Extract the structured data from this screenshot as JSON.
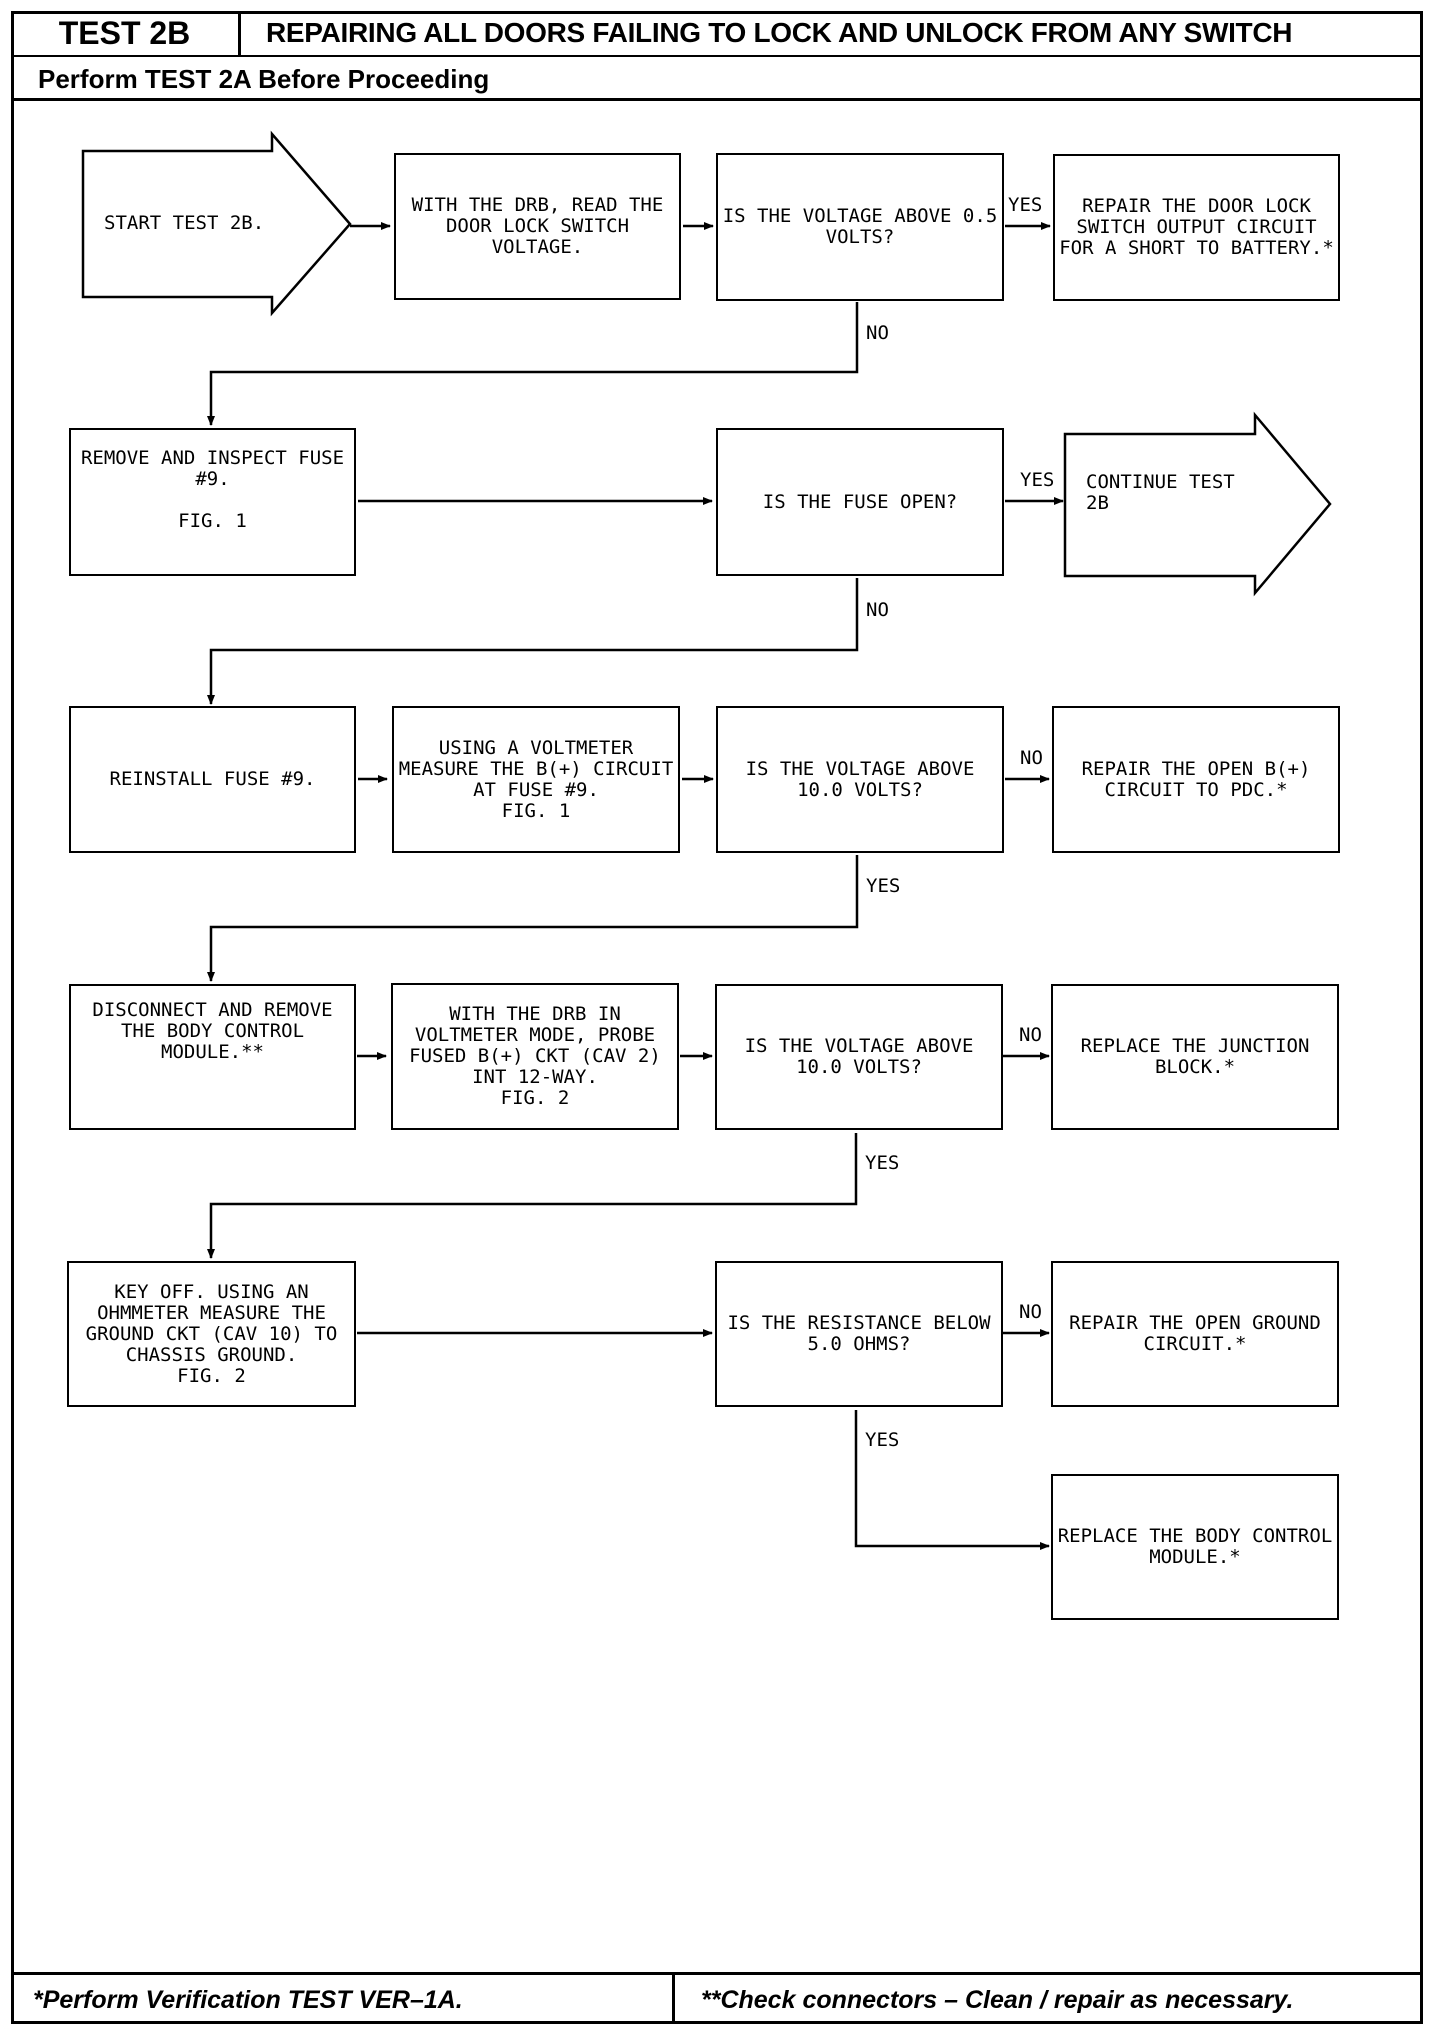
{
  "header": {
    "test_id": "TEST 2B",
    "title": "REPAIRING ALL DOORS FAILING TO LOCK AND UNLOCK FROM ANY SWITCH",
    "prerequisite": "Perform TEST 2A Before Proceeding"
  },
  "flow": {
    "start": "START TEST 2B.",
    "read_voltage": "WITH THE DRB, READ THE DOOR LOCK SWITCH VOLTAGE.",
    "q_voltage_05": "IS THE VOLTAGE ABOVE 0.5 VOLTS?",
    "repair_short": "REPAIR THE DOOR LOCK SWITCH OUTPUT CIRCUIT FOR A SHORT TO BATTERY.*",
    "remove_fuse": "REMOVE AND INSPECT FUSE #9.",
    "remove_fuse_fig": "FIG. 1",
    "q_fuse_open": "IS THE FUSE OPEN?",
    "continue_test": "CONTINUE TEST 2B",
    "reinstall_fuse": "REINSTALL FUSE #9.",
    "measure_bplus": "USING A VOLTMETER MEASURE THE B(+) CIRCUIT AT FUSE #9.",
    "measure_bplus_fig": "FIG. 1",
    "q_voltage_10a": "IS THE VOLTAGE ABOVE 10.0 VOLTS?",
    "repair_open_bplus": "REPAIR THE OPEN B(+) CIRCUIT TO PDC.*",
    "disconnect_bcm": "DISCONNECT AND REMOVE THE BODY CONTROL MODULE.**",
    "probe_fused": "WITH THE DRB IN VOLTMETER MODE, PROBE FUSED B(+) CKT (CAV 2) INT 12-WAY.",
    "probe_fused_fig": "FIG. 2",
    "q_voltage_10b": "IS THE VOLTAGE ABOVE 10.0 VOLTS?",
    "replace_junction": "REPLACE THE JUNCTION BLOCK.*",
    "key_off": "KEY OFF. USING AN OHMMETER MEASURE THE GROUND CKT (CAV 10) TO CHASSIS GROUND.",
    "key_off_fig": "FIG. 2",
    "q_resistance": "IS THE RESISTANCE BELOW 5.0 OHMS?",
    "repair_ground": "REPAIR THE OPEN GROUND CIRCUIT.*",
    "replace_bcm": "REPLACE THE BODY CONTROL MODULE.*"
  },
  "labels": {
    "yes_1": "YES",
    "no_1": "NO",
    "yes_2": "YES",
    "no_2": "NO",
    "no_3": "NO",
    "yes_3": "YES",
    "no_4": "NO",
    "yes_4": "YES",
    "no_5": "NO",
    "yes_5": "YES"
  },
  "footer": {
    "left": "*Perform Verification TEST VER–1A.",
    "right": "**Check connectors – Clean / repair as necessary."
  }
}
